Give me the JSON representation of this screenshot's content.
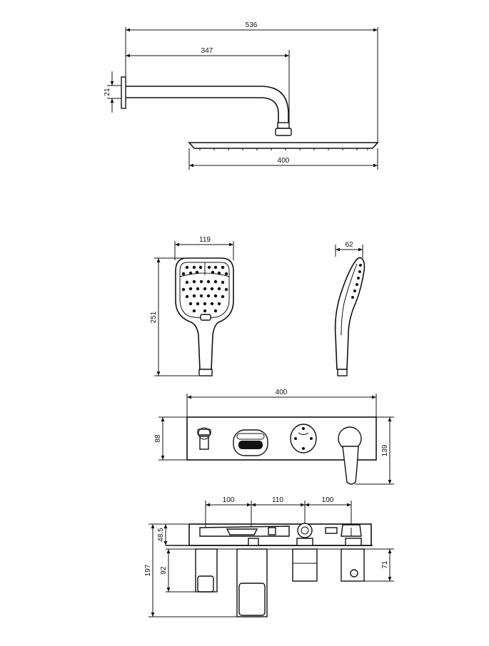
{
  "dimensions": {
    "overhead_total_length": "536",
    "overhead_arm_length": "347",
    "overhead_wall_flange": "21",
    "overhead_head_width": "400",
    "handshower_width": "119",
    "handshower_length": "251",
    "handshower_side_depth": "62",
    "plate_width": "400",
    "plate_left_height": "88",
    "plate_total_height": "139",
    "top_spacing_1": "100",
    "top_spacing_2": "110",
    "top_spacing_3": "100",
    "body_total_depth": "197",
    "body_top_offset": "48.5",
    "body_mid_depth": "92",
    "body_right_depth": "71"
  }
}
